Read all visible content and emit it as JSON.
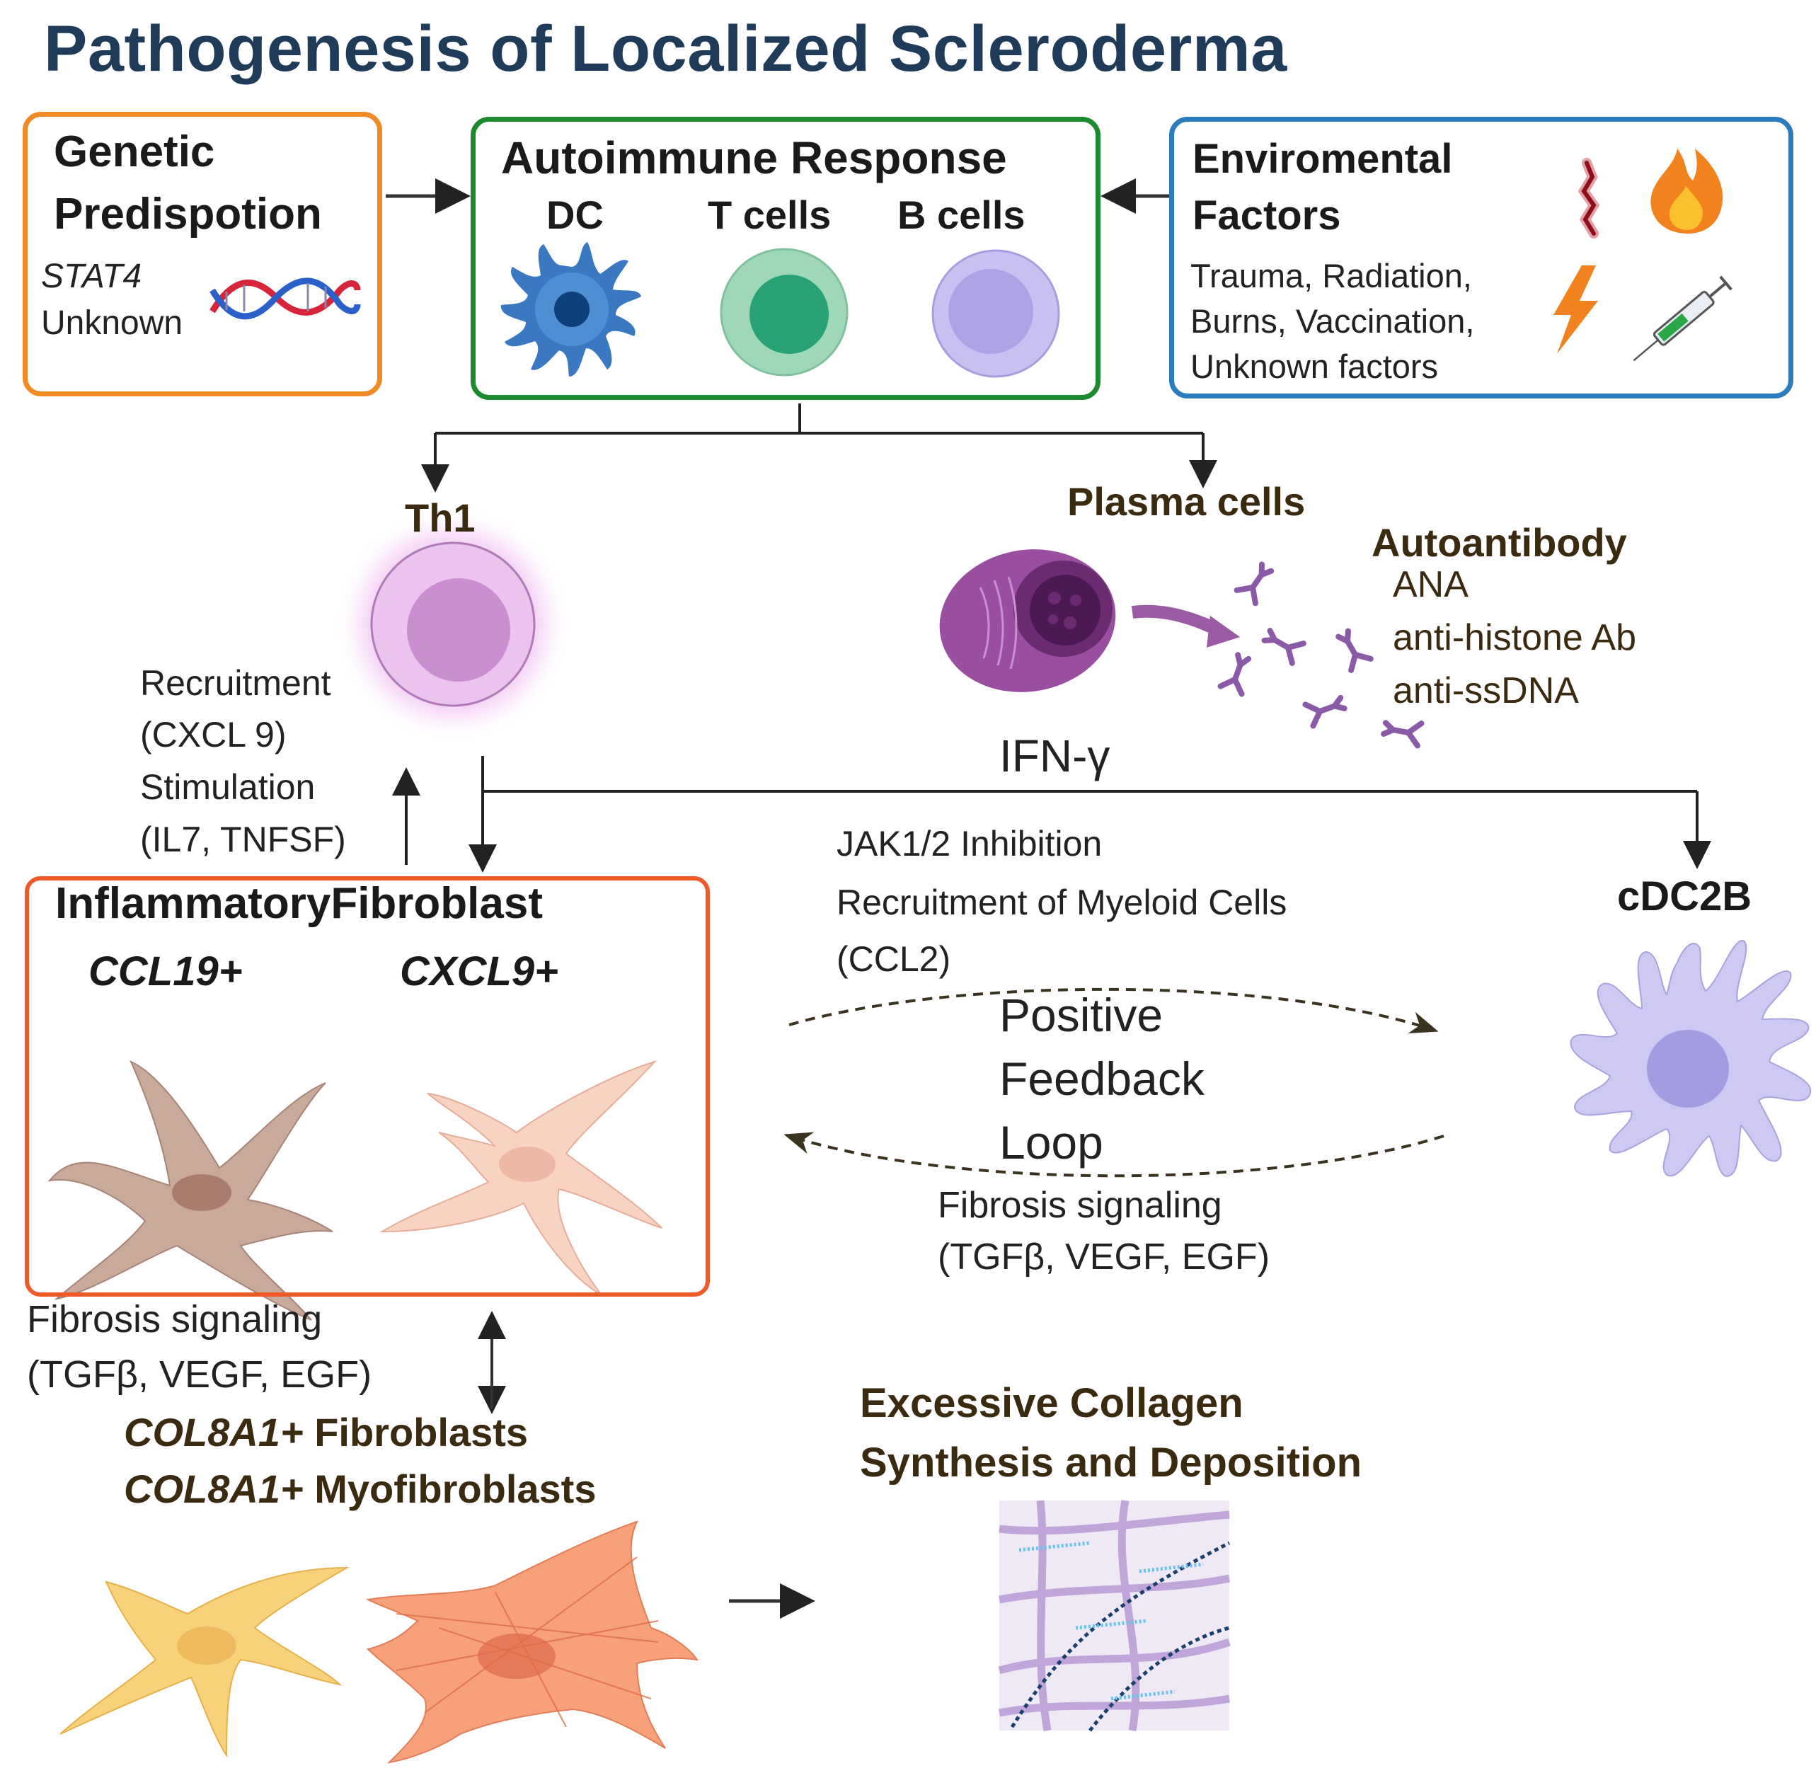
{
  "title": "Pathogenesis of Localized Scleroderma",
  "genetic": {
    "heading_line1": "Genetic",
    "heading_line2": "Predispotion",
    "gene": "STAT4",
    "other": "Unknown"
  },
  "autoimmune": {
    "heading": "Autoimmune Response",
    "cells": [
      "DC",
      "T cells",
      "B cells"
    ]
  },
  "environmental": {
    "heading_line1": "Enviromental",
    "heading_line2": "Factors",
    "line1": "Trauma, Radiation,",
    "line2": "Burns, Vaccination,",
    "line3": "Unknown factors"
  },
  "th1": {
    "label": "Th1"
  },
  "plasma": {
    "label": "Plasma cells"
  },
  "autoantibody": {
    "heading": "Autoantibody",
    "items": [
      "ANA",
      "anti-histone Ab",
      "anti-ssDNA"
    ]
  },
  "recruitment": {
    "line1": "Recruitment",
    "line2": "(CXCL 9)",
    "line3": "Stimulation",
    "line4": "(IL7, TNFSF)"
  },
  "ifn": {
    "label": "IFN-γ"
  },
  "jak": {
    "line1": "JAK1/2 Inhibition",
    "line2": "Recruitment of Myeloid Cells",
    "line3": "(CCL2)"
  },
  "cdc2b": {
    "label": "cDC2B"
  },
  "inflammatory": {
    "heading": "InflammatoryFibroblast",
    "subtype1": "CCL19+",
    "subtype2": "CXCL9+"
  },
  "feedback": {
    "line1": "Positive",
    "line2": "Feedback",
    "line3": "Loop"
  },
  "fibrosis_right": {
    "line1": "Fibrosis signaling",
    "line2": "(TGFβ, VEGF, EGF)"
  },
  "fibrosis_left": {
    "line1": "Fibrosis signaling",
    "line2": "(TGFβ, VEGF, EGF)"
  },
  "col8a1": {
    "line1_italic": "COL8A1+",
    "line1_rest": " Fibroblasts",
    "line2_italic": "COL8A1+",
    "line2_rest": " Myofibroblasts"
  },
  "collagen": {
    "line1": "Excessive Collagen",
    "line2": "Synthesis and Deposition"
  },
  "colors": {
    "title": "#1f3b5a",
    "genetic_border": "#f08a24",
    "autoimmune_border": "#1e8a2e",
    "environmental_border": "#2b7bbf",
    "inflammatory_border": "#f05a28",
    "arrow": "#222222"
  }
}
